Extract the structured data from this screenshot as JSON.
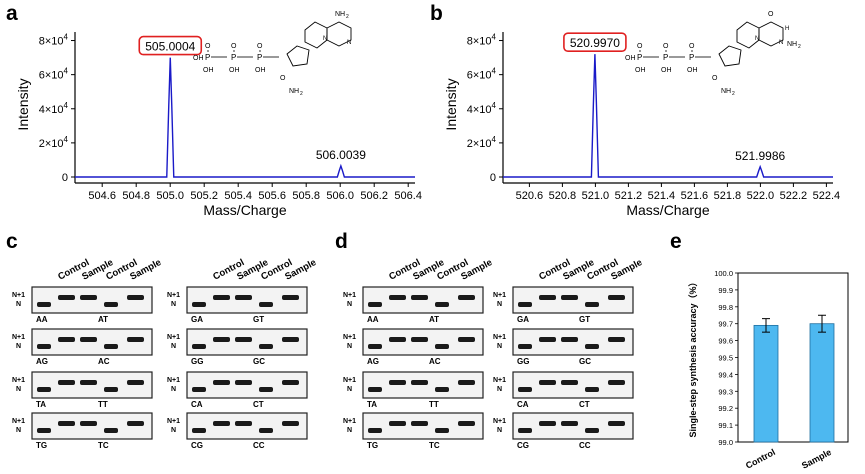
{
  "panels": {
    "a": {
      "letter": "a"
    },
    "b": {
      "letter": "b"
    },
    "c": {
      "letter": "c"
    },
    "d": {
      "letter": "d"
    },
    "e": {
      "letter": "e"
    }
  },
  "chart_data": [
    {
      "id": "a",
      "type": "line",
      "xlabel": "Mass/Charge",
      "ylabel": "Intensity",
      "xlim": [
        504.44,
        506.44
      ],
      "ylim": [
        0,
        85000
      ],
      "xticks": [
        "504.6",
        "504.8",
        "505.0",
        "505.2",
        "505.4",
        "505.6",
        "505.8",
        "506.0",
        "506.2",
        "506.4"
      ],
      "xtick_values": [
        504.6,
        504.8,
        505.0,
        505.2,
        505.4,
        505.6,
        505.8,
        506.0,
        506.2,
        506.4
      ],
      "yticks": [
        0,
        20000,
        40000,
        60000,
        80000
      ],
      "ytick_labels": [
        "0",
        "2×10",
        "4×10",
        "6×10",
        "8×10"
      ],
      "ytick_exp": "4",
      "series_color": "#1a1ac8",
      "peaks": [
        {
          "x": 505.0004,
          "y": 70000,
          "label": "505.0004",
          "boxed": true
        },
        {
          "x": 506.0039,
          "y": 6500,
          "label": "506.0039",
          "boxed": false
        }
      ],
      "structure": {
        "top": "NH",
        "sub": "2",
        "bottom": "NH",
        "ring": "N",
        "oh": "OH",
        "o": "O",
        "p": "P"
      }
    },
    {
      "id": "b",
      "type": "line",
      "xlabel": "Mass/Charge",
      "ylabel": "Intensity",
      "xlim": [
        520.44,
        522.44
      ],
      "ylim": [
        0,
        85000
      ],
      "xticks": [
        "520.6",
        "520.8",
        "521.0",
        "521.2",
        "521.4",
        "521.6",
        "521.8",
        "522.0",
        "522.2",
        "522.4"
      ],
      "xtick_values": [
        520.6,
        520.8,
        521.0,
        521.2,
        521.4,
        521.6,
        521.8,
        522.0,
        522.2,
        522.4
      ],
      "yticks": [
        0,
        20000,
        40000,
        60000,
        80000
      ],
      "ytick_labels": [
        "0",
        "2×10",
        "4×10",
        "6×10",
        "8×10"
      ],
      "ytick_exp": "4",
      "series_color": "#1a1ac8",
      "peaks": [
        {
          "x": 520.997,
          "y": 72000,
          "label": "520.9970",
          "boxed": true
        },
        {
          "x": 521.9986,
          "y": 6000,
          "label": "521.9986",
          "boxed": false
        }
      ],
      "structure": {
        "top": "O",
        "h": "H",
        "nh2": "NH",
        "sub": "2",
        "bottom": "NH",
        "ring": "N",
        "oh": "OH",
        "o": "O",
        "p": "P"
      }
    },
    {
      "id": "e",
      "type": "bar",
      "categories": [
        "Control",
        "Sample"
      ],
      "values": [
        99.69,
        99.7
      ],
      "errors": [
        0.04,
        0.05
      ],
      "ylabel": "Single-step synthesis accuracy（%）",
      "ylim": [
        99.0,
        100.0
      ],
      "yticks": [
        "99.0",
        "99.1",
        "99.2",
        "99.3",
        "99.4",
        "99.5",
        "99.6",
        "99.7",
        "99.8",
        "99.9",
        "100.0"
      ],
      "bar_color": "#4db8f0"
    }
  ],
  "gels": {
    "header_labels": [
      "Control",
      "Sample",
      "Control",
      "Sample"
    ],
    "marker_top": "N+1",
    "marker_bottom": "N",
    "rows": [
      {
        "left": [
          "AA",
          "AT"
        ],
        "right": [
          "GA",
          "GT"
        ]
      },
      {
        "left": [
          "AG",
          "AC"
        ],
        "right": [
          "GG",
          "GC"
        ]
      },
      {
        "left": [
          "TA",
          "TT"
        ],
        "right": [
          "CA",
          "CT"
        ]
      },
      {
        "left": [
          "TG",
          "TC"
        ],
        "right": [
          "CG",
          "CC"
        ]
      }
    ]
  }
}
